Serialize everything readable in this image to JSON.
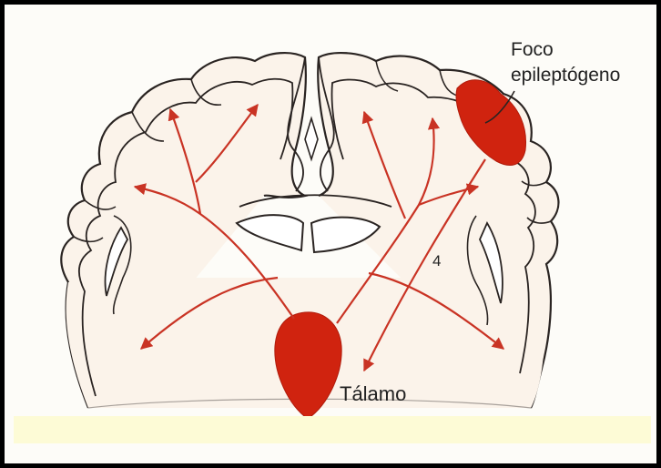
{
  "labels": {
    "focus_line1": "Foco",
    "focus_line2": "epileptógeno",
    "thalamus": "Tálamo",
    "pathway_number": "4"
  },
  "colors": {
    "lesion_red": "#d0230f",
    "arrow_red": "#c93324",
    "outline": "#2a2422",
    "fill": "#fbf3ea",
    "band": "#fdfbd6",
    "frame": "#000000"
  }
}
